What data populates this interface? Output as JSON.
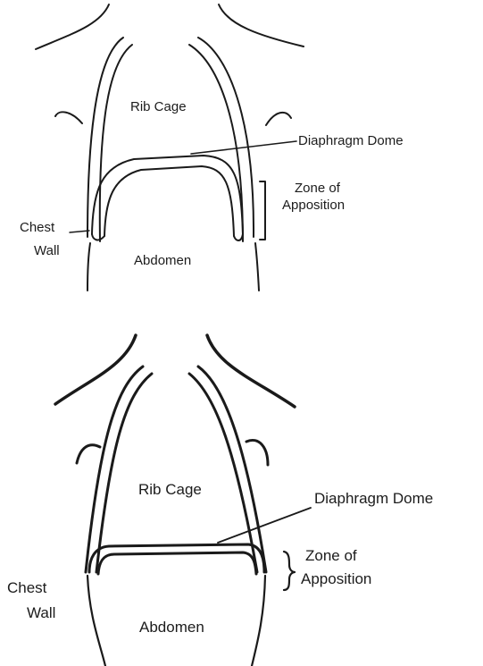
{
  "diagrams": {
    "top": {
      "rib_cage": "Rib Cage",
      "diaphragm_dome": "Diaphragm Dome",
      "zone_line1": "Zone of",
      "zone_line2": "Apposition",
      "chest_line1": "Chest",
      "chest_line2": "Wall",
      "abdomen": "Abdomen"
    },
    "bottom": {
      "rib_cage": "Rib Cage",
      "diaphragm_dome": "Diaphragm Dome",
      "zone_line1": "Zone of",
      "zone_line2": "Apposition",
      "chest_line1": "Chest",
      "chest_line2": "Wall",
      "abdomen": "Abdomen"
    }
  }
}
